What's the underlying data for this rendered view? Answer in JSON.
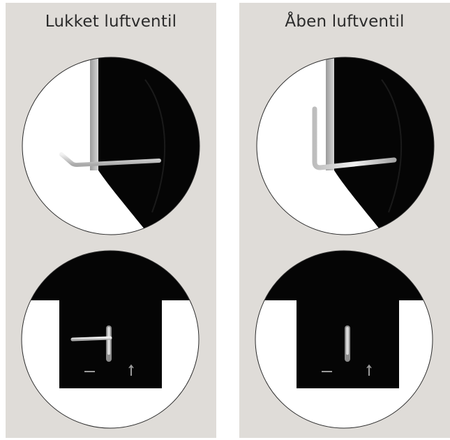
{
  "panels": {
    "closed": {
      "title": "Lukket luftventil"
    },
    "open": {
      "title": "Åben luftventil"
    }
  },
  "icon_names": [
    "closed-valve-top-view",
    "closed-valve-front-view",
    "open-valve-top-view",
    "open-valve-front-view"
  ]
}
